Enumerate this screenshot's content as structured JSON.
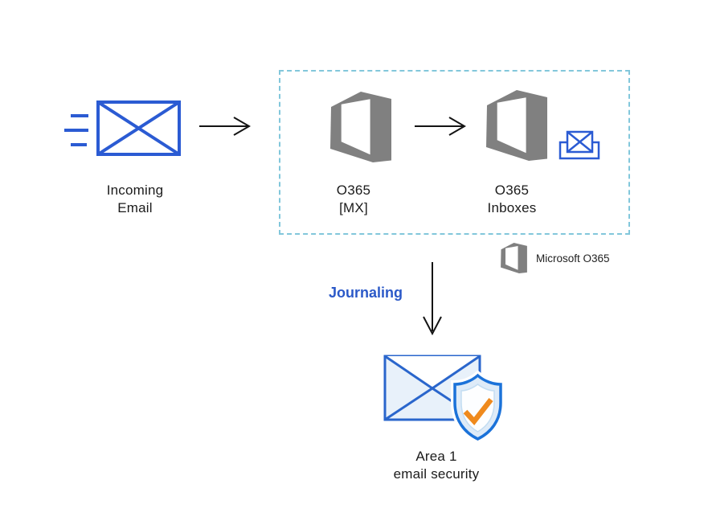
{
  "colors": {
    "envelope-blue": "#2b5bd3",
    "box-dash": "#82c7db",
    "office-gray": "#808080",
    "journaling-blue": "#2b59c8",
    "area1-stroke": "#1b72d9",
    "area1-fill": "#e8f1fa",
    "shield-fill": "#deebf8",
    "check-orange": "#ef8a1d",
    "arrow-black": "#141414",
    "text-black": "#1b1b1b"
  },
  "diagram": {
    "nodes": {
      "incoming_email": {
        "line1": "Incoming",
        "line2": "Email"
      },
      "o365_mx": {
        "line1": "O365",
        "line2": "[MX]"
      },
      "o365_inboxes": {
        "line1": "O365",
        "line2": "Inboxes"
      },
      "area1": {
        "line1": "Area 1",
        "line2": "email security"
      }
    },
    "edges": {
      "journaling": {
        "label": "Journaling"
      }
    },
    "legend": {
      "microsoft_o365": "Microsoft O365"
    },
    "icons": {
      "incoming_email": "envelope-with-speed-lines-icon",
      "o365": "microsoft-office-logo-icon",
      "inboxes_badge": "envelope-in-tray-icon",
      "area1": "envelope-with-shield-check-icon"
    }
  }
}
